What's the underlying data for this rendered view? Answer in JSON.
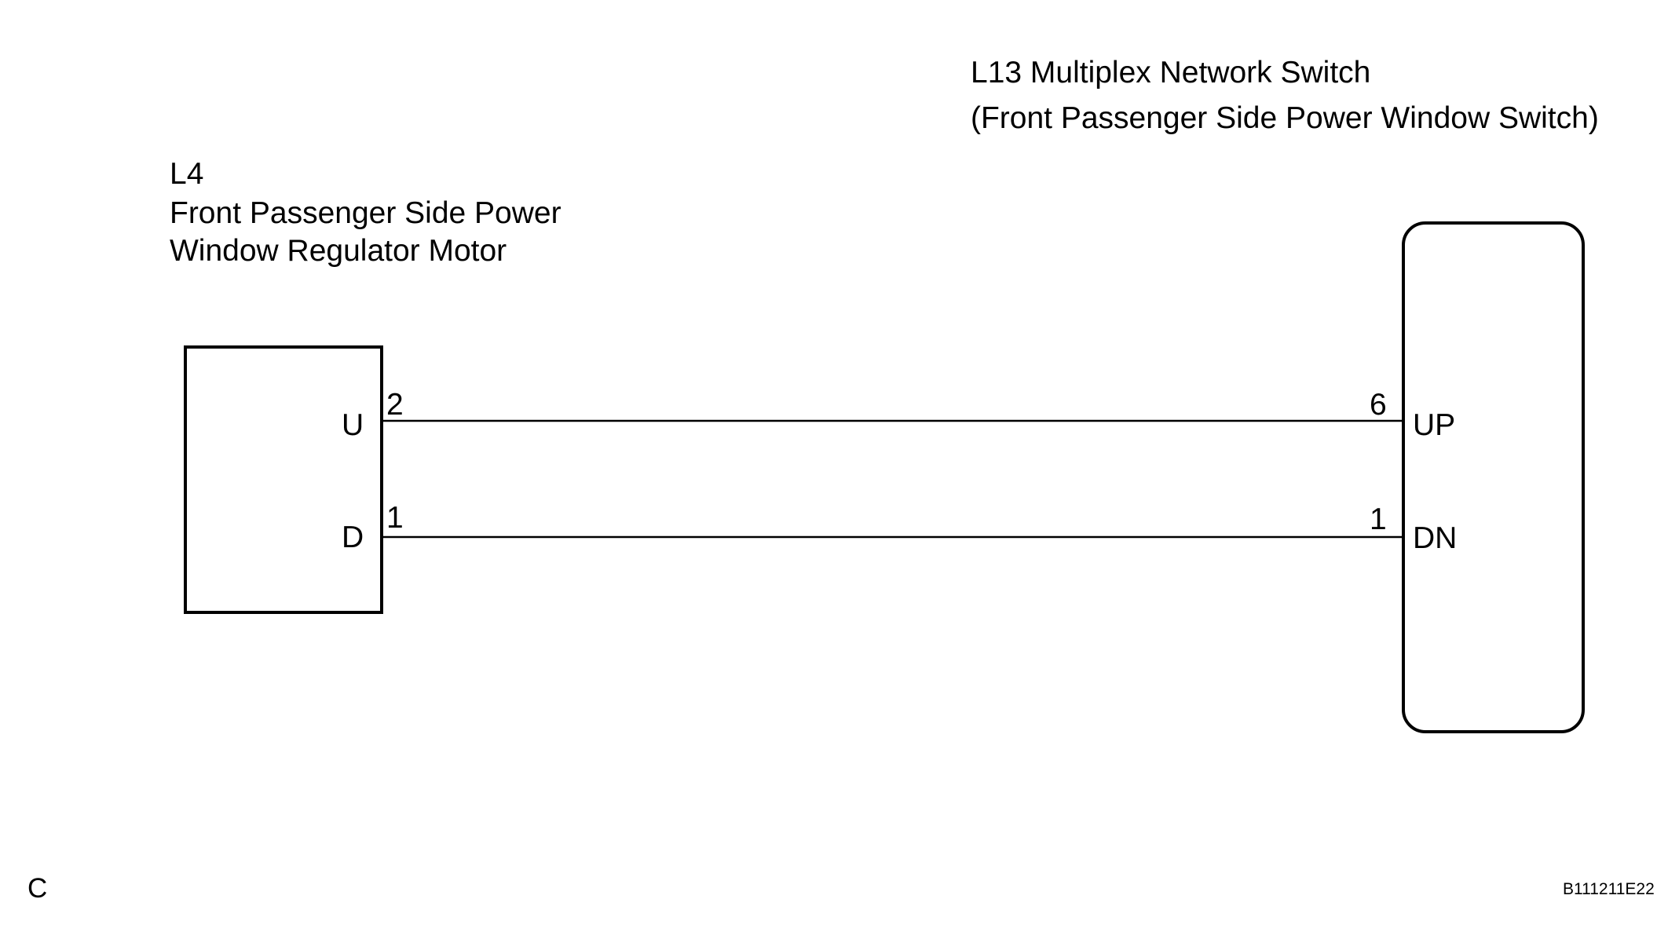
{
  "right_component": {
    "title_line1": "L13 Multiplex Network Switch",
    "title_line2": "(Front Passenger Side Power Window Switch)",
    "terminals": [
      {
        "pin": "6",
        "name": "UP"
      },
      {
        "pin": "1",
        "name": "DN"
      }
    ]
  },
  "left_component": {
    "code": "L4",
    "name_line1": "Front Passenger Side Power",
    "name_line2": "Window Regulator Motor",
    "terminals": [
      {
        "pin": "2",
        "name": "U"
      },
      {
        "pin": "1",
        "name": "D"
      }
    ]
  },
  "footer": {
    "left_mark": "C",
    "figure_code": "B111211E22"
  },
  "colors": {
    "line": "#000000",
    "background": "#ffffff"
  }
}
